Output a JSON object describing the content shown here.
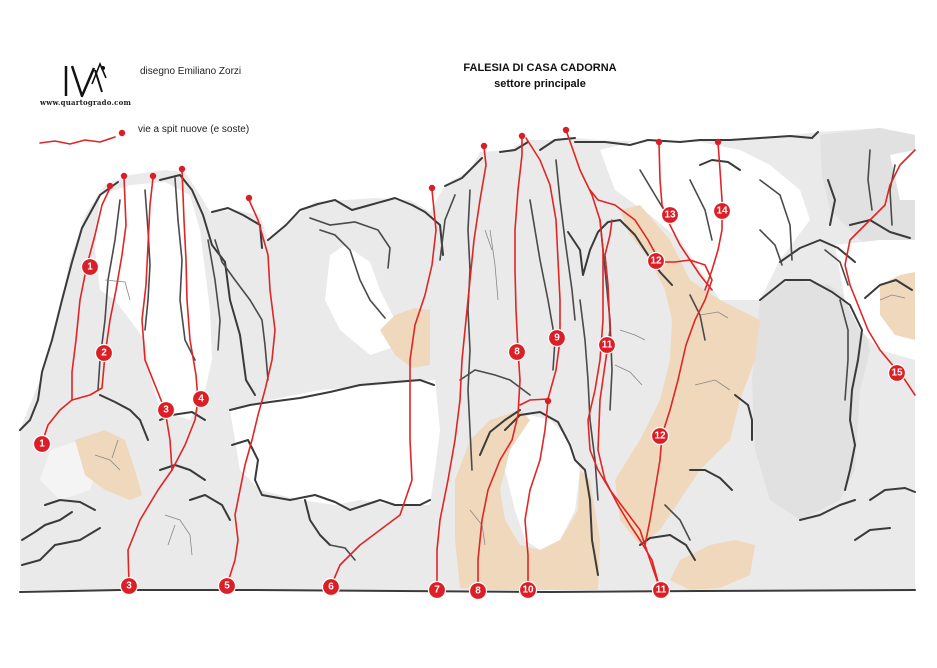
{
  "header": {
    "credit": "disegno Emiliano Zorzi",
    "logo_url_text": "www.quartogrado.com",
    "title_line1": "FALESIA DI CASA CADORNA",
    "title_line2": "settore principale"
  },
  "legend": {
    "label": "vie a spit nuove (e soste)"
  },
  "colors": {
    "route": "#e02525",
    "badge": "#dc1e26",
    "rock": "#eaeaea",
    "sand": "#f0d8bc"
  },
  "routes": [
    {
      "id": "r1",
      "number": "1"
    },
    {
      "id": "r2",
      "number": "2"
    },
    {
      "id": "r3",
      "number": "3"
    },
    {
      "id": "r4",
      "number": "4"
    },
    {
      "id": "r5",
      "number": "5"
    },
    {
      "id": "r6",
      "number": "6"
    },
    {
      "id": "r7",
      "number": "7"
    },
    {
      "id": "r8",
      "number": "8"
    },
    {
      "id": "r9",
      "number": "9"
    },
    {
      "id": "r10",
      "number": "10"
    },
    {
      "id": "r11",
      "number": "11"
    },
    {
      "id": "r12",
      "number": "12"
    },
    {
      "id": "r13",
      "number": "13"
    },
    {
      "id": "r14",
      "number": "14"
    },
    {
      "id": "r15",
      "number": "15"
    }
  ]
}
